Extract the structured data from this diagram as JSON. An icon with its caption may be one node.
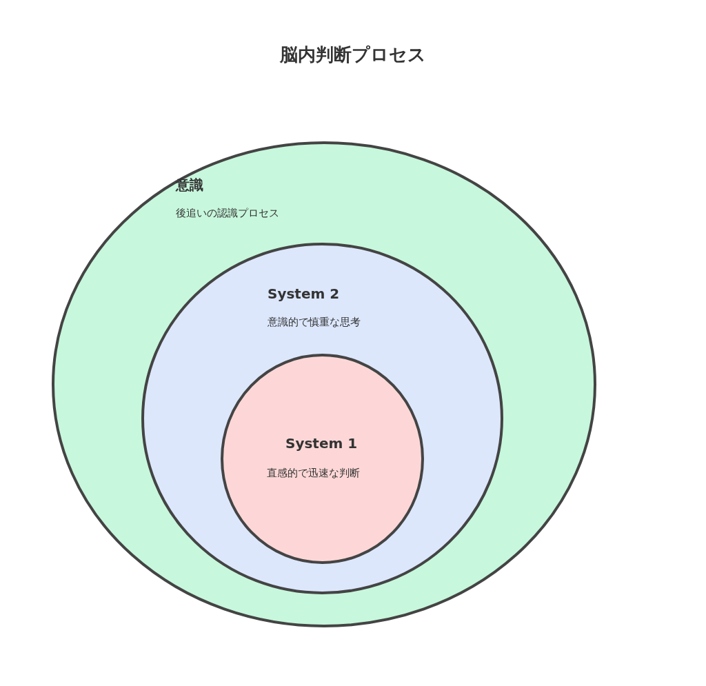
{
  "diagram": {
    "title": "脳内判断プロセス",
    "nodes": [
      {
        "text": [
          "意識",
          "後追いの認識プロセス"
        ]
      },
      {
        "text": [
          "System 2",
          "意識的で慎重な思考"
        ],
        "in": 0
      },
      {
        "text": [
          "System 1",
          "直感的で迅速な判断"
        ],
        "in": 1
      }
    ]
  }
}
